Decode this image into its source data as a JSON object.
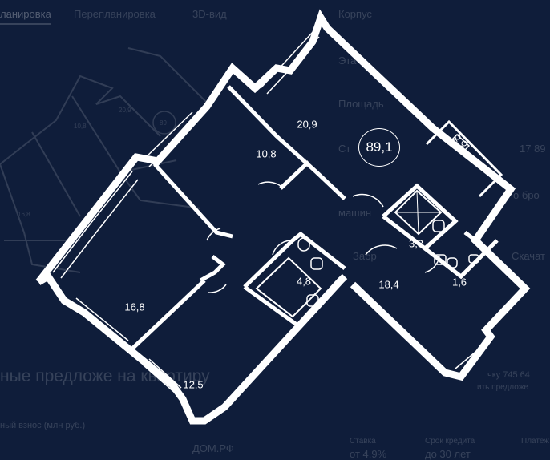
{
  "tabs": [
    {
      "label": "ланировка"
    },
    {
      "label": "Перепланировка"
    },
    {
      "label": "3D-вид"
    }
  ],
  "info": {
    "corpus": "Корпус",
    "floor": "Эта",
    "area": "Площадь",
    "price": "Ст",
    "price_value": "17 89",
    "finance_line1": "о бро",
    "finance_line2": "машин",
    "book": "Забр",
    "download": "Скачат",
    "phone_tail": "чку 745 64",
    "phone_sub": "ить предложе"
  },
  "bottom": {
    "offers": "ные предложе     на    квартиру",
    "down_payment": "ный взнос (млн руб.)",
    "bank": "ДОМ.РФ",
    "rate_label": "Ставка",
    "rate_value": "от 4,9%",
    "term_label": "Срок кредита",
    "term_value": "до 30 лет",
    "payment_label": "Платеж"
  },
  "plan": {
    "total_area": "89,1",
    "rooms": [
      {
        "area": "20,9"
      },
      {
        "area": "10,8"
      },
      {
        "area": "16,8"
      },
      {
        "area": "4,8"
      },
      {
        "area": "12,5"
      },
      {
        "area": "18,4"
      },
      {
        "area": "3,3"
      },
      {
        "area": "1,6"
      }
    ],
    "ghost_labels": [
      "20,9",
      "10,8",
      "89",
      "16,8"
    ]
  }
}
